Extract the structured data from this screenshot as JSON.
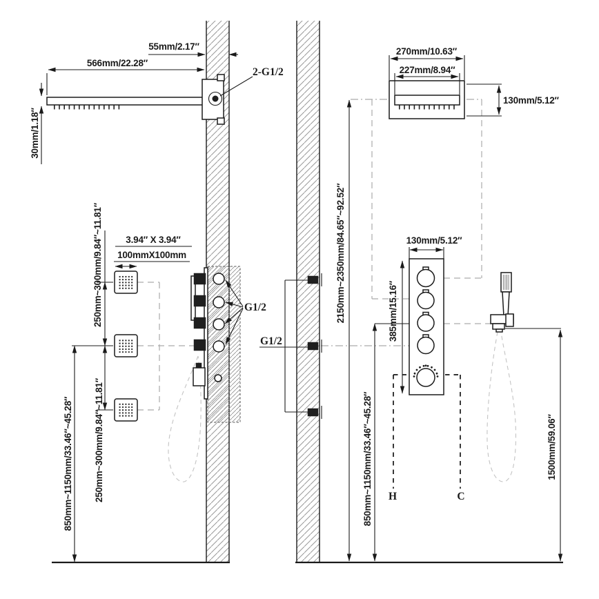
{
  "left": {
    "spout_offset": "55mm/2.17″",
    "spout_length": "566mm/22.28″",
    "outlet_label": "2-G1/2",
    "spout_thickness": "30mm/1.18″",
    "jet_size_in": "3.94″ X 3.94″",
    "jet_size_mm": "100mmX100mm",
    "jet_gap_upper": "250mm~300mm/9.84″~11.81″",
    "jet_gap_lower": "250mm~300mm/9.84″~11.81″",
    "jet_height": "850mm~1150mm/33.46″~45.28″",
    "port_label": "G1/2"
  },
  "right": {
    "head_width": "270mm/10.63″",
    "head_face_width": "227mm/8.94″",
    "head_depth": "130mm/5.12″",
    "head_height": "2150mm~2350mm/84.65″~92.52″",
    "port_label": "G1/2",
    "valve_width": "130mm/5.12″",
    "valve_height": "385mm/15.16″",
    "valve_mount_height": "850mm~1150mm/33.46″~45.28″",
    "handheld_height": "1500mm/59.06″",
    "hot_label": "H",
    "cold_label": "C"
  },
  "colors": {
    "line": "#1a1a1a",
    "grey_dash": "#ababab",
    "hatch": "#999999"
  }
}
